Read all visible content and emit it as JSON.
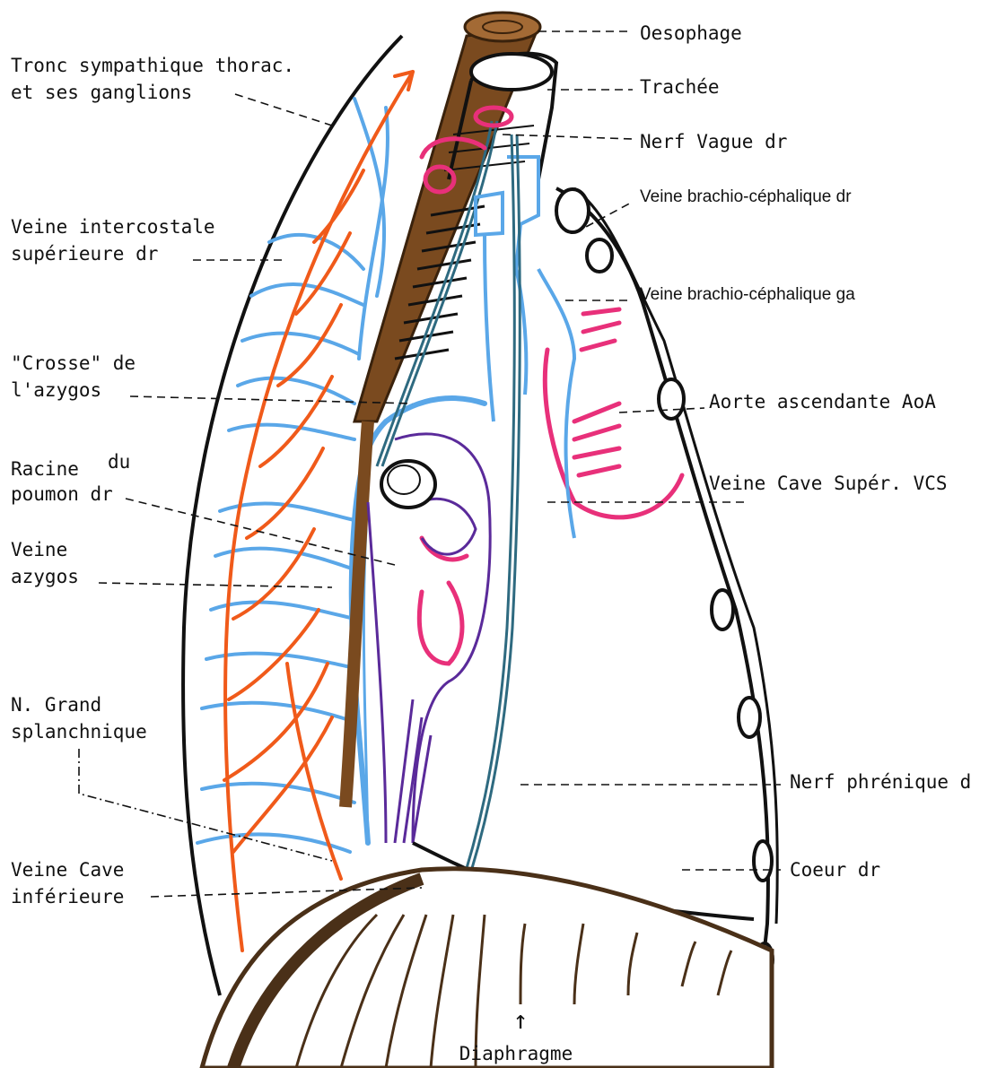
{
  "colors": {
    "outline": "#111111",
    "vein_blue": "#5aa7e8",
    "sympathetic_orange": "#f05a1a",
    "oesophagus_brown": "#7a4a1f",
    "artery_pink": "#e8307a",
    "lymph_purple": "#5a2a9a",
    "diaphragm_brown": "#4a3018"
  },
  "labels": {
    "oesophage": "Oesophage",
    "trachee": "Trachée",
    "nerf_vague": "Nerf Vague dr",
    "vbc_dr": "Veine brachio-céphalique dr",
    "vbc_ga": "Veine brachio-céphalique ga",
    "aorte": "Aorte ascendante AoA",
    "vcs": "Veine Cave Supér. VCS",
    "phrenique": "Nerf phrénique d",
    "coeur": "Coeur dr",
    "tronc_l1": "Tronc sympathique thorac.",
    "tronc_l2": "et ses ganglions",
    "intercostale_l1": "Veine intercostale",
    "intercostale_l2": "supérieure dr",
    "crosse_l1": "\"Crosse\" de",
    "crosse_l2": "l'azygos",
    "racine_l1a": "Racine",
    "racine_l1b": "du",
    "racine_l2": "poumon dr",
    "azygos_l1": "Veine",
    "azygos_l2": "azygos",
    "splanch_l1": "N. Grand",
    "splanch_l2": "splanchnique",
    "vci_l1": "Veine Cave",
    "vci_l2": "inférieure",
    "diaphragme": "Diaphragme",
    "arrow_up": "↑"
  }
}
